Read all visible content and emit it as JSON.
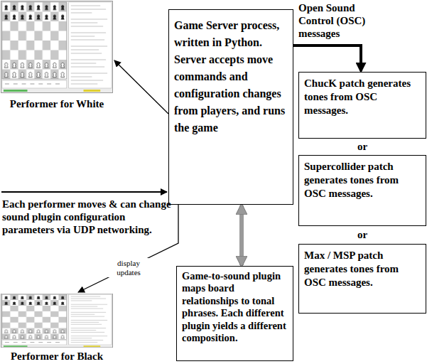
{
  "diagram": {
    "nodes": [
      {
        "text": [
          "Performer for White"
        ]
      },
      {
        "text": [
          "Game Server process, written in Python. Server accepts move commands and configuration changes from players, and runs the game"
        ]
      },
      {
        "text": [
          "ChucK patch generates tones from OSC messages."
        ]
      },
      {
        "text": [
          "Supercollider patch generates tones from OSC messages."
        ]
      },
      {
        "text": [
          "Max / MSP patch generates tones from OSC messages."
        ]
      },
      {
        "text": [
          "Performer for Black"
        ]
      },
      {
        "text": [
          "Game-to-sound plugin maps board relationships to tonal phrases. Each different plugin yields a different composition."
        ]
      }
    ],
    "edges": [
      {
        "from": 1,
        "to": 0,
        "arrow": "to"
      },
      {
        "from": 1,
        "to": 2,
        "label": "Open Sound Control (OSC) messages",
        "arrow": "to"
      },
      {
        "from": 1,
        "to": 6,
        "arrow": "both"
      },
      {
        "from": 1,
        "to": 5,
        "label": "display updates",
        "arrow": "to"
      }
    ],
    "labels": [
      "Each performer moves & can change sound plugin configuration parameters via UDP networking.",
      "or",
      "or"
    ]
  }
}
